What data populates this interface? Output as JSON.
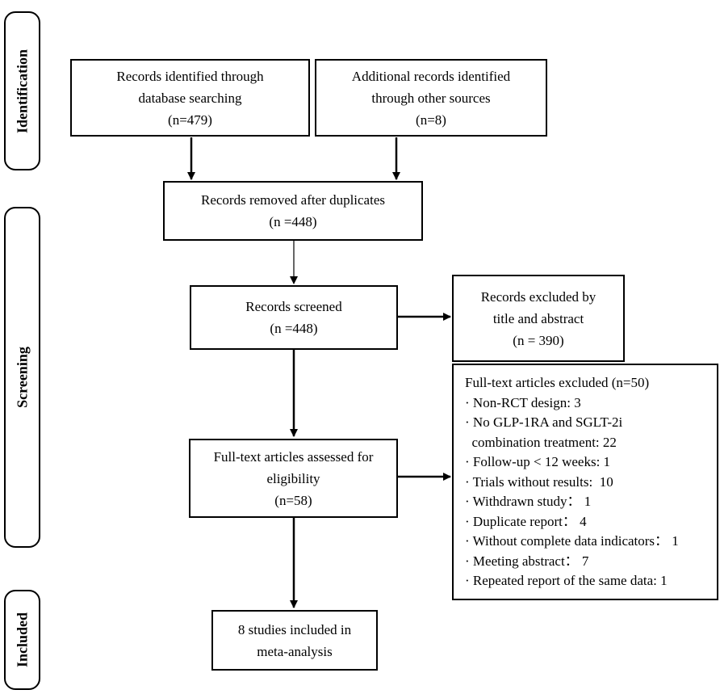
{
  "stages": {
    "identification": "Identification",
    "screening": "Screening",
    "included": "Included"
  },
  "boxes": {
    "database": [
      "Records identified through",
      "database searching",
      "(n=479)"
    ],
    "other_sources": [
      "Additional records identified",
      "through other sources",
      "(n=8)"
    ],
    "duplicates": [
      "Records removed after duplicates",
      "(n =448)"
    ],
    "screened": [
      "Records screened",
      "(n =448)"
    ],
    "excluded_title": [
      "Records excluded by",
      "title and abstract",
      "(n = 390)"
    ],
    "full_text": [
      "Full-text articles assessed for",
      "eligibility",
      "(n=58)"
    ],
    "included": [
      "8 studies included in",
      "meta-analysis"
    ]
  },
  "excluded_full_text": {
    "title": "Full-text articles excluded (n=50)",
    "items": [
      "· Non-RCT design: 3",
      "· No GLP-1RA and SGLT-2i",
      "  combination treatment: 22",
      "· Follow-up < 12 weeks: 1",
      "· Trials without results:  10",
      "· Withdrawn study： 1",
      "· Duplicate report： 4",
      "· Without complete data indicators： 1",
      "· Meeting abstract： 7",
      "· Repeated report of the same data: 1"
    ]
  }
}
